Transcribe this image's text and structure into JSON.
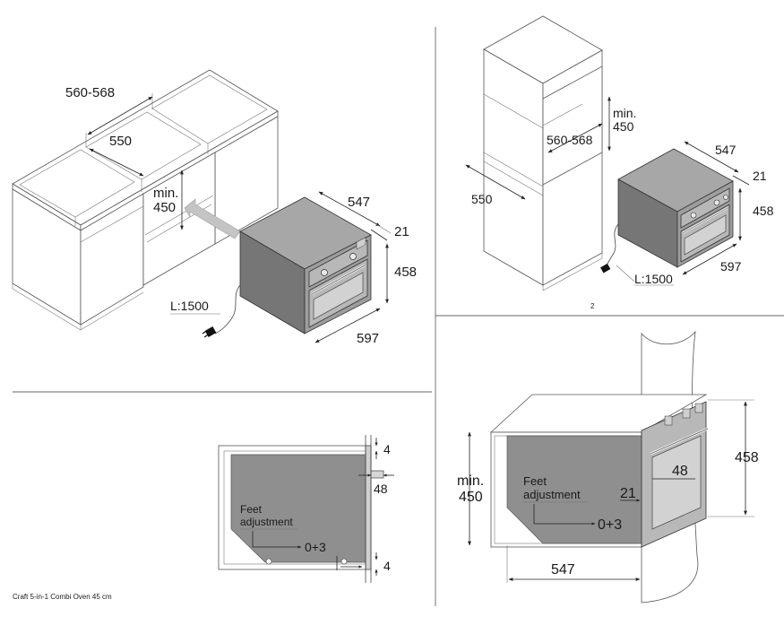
{
  "footer": {
    "product_name": "Craft 5-in-1 Combi Oven 45 cm"
  },
  "page_number": "2",
  "panel_counter_install": {
    "dim_cutout_width": "560-568",
    "dim_cutout_depth": "550",
    "dim_min_height_a": "min.",
    "dim_min_height_b": "450",
    "dim_oven_depth": "547",
    "dim_front_thickness": "21",
    "dim_oven_height": "458",
    "dim_oven_width": "597",
    "cable_length": "L:1500"
  },
  "panel_column_install": {
    "dim_min_height_a": "min.",
    "dim_min_height_b": "450",
    "dim_cutout_width": "560-568",
    "dim_cutout_depth": "550",
    "dim_oven_depth": "547",
    "dim_front_thickness": "21",
    "dim_oven_height": "458",
    "dim_oven_width": "597",
    "cable_length": "L:1500"
  },
  "panel_section_counter": {
    "feet_label_a": "Feet",
    "feet_label_b": "adjustment",
    "feet_range": "0+3",
    "dim_top_gap": "4",
    "dim_front_offset": "48",
    "dim_bottom_gap": "4"
  },
  "panel_section_column": {
    "dim_min_height_a": "min.",
    "dim_min_height_b": "450",
    "feet_label_a": "Feet",
    "feet_label_b": "adjustment",
    "feet_range": "0+3",
    "dim_front_thickness": "21",
    "dim_front_offset": "48",
    "dim_oven_height": "458",
    "dim_oven_depth": "547"
  },
  "colors": {
    "oven_body": "#8f8f8f",
    "arrow": "#c4c4c4",
    "line": "#444444"
  }
}
